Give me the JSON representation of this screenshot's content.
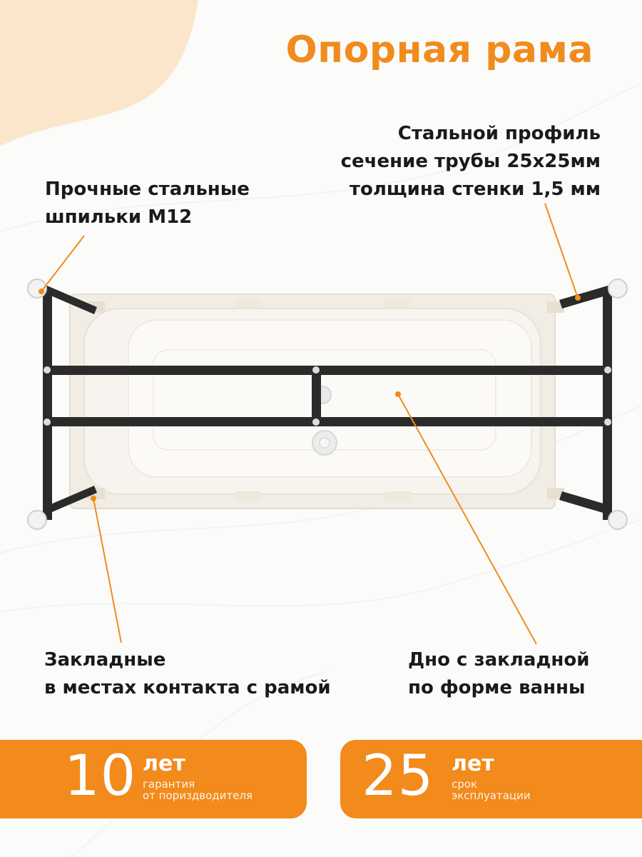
{
  "title": "Опорная рама",
  "callouts": {
    "profile": [
      "Стальной профиль",
      "сечение трубы 25x25мм",
      "толщина стенки 1,5 мм"
    ],
    "studs": [
      "Прочные стальные",
      "шпильки М12"
    ],
    "inserts": [
      "Закладные",
      "в местах контакта с рамой"
    ],
    "bottom": [
      "Дно с закладной",
      "по форме ванны"
    ]
  },
  "badges": {
    "warranty": {
      "number": "10",
      "unit": "лет",
      "line1": "гарантия",
      "line2": "от пориздводителя"
    },
    "service": {
      "number": "25",
      "unit": "лет",
      "line1": "срок",
      "line2": "эксплуатации"
    }
  },
  "colors": {
    "accent": "#f08c1e",
    "badge": "#f28a1c",
    "frame": "#2b2b2b",
    "tub": "#f1ece4"
  }
}
